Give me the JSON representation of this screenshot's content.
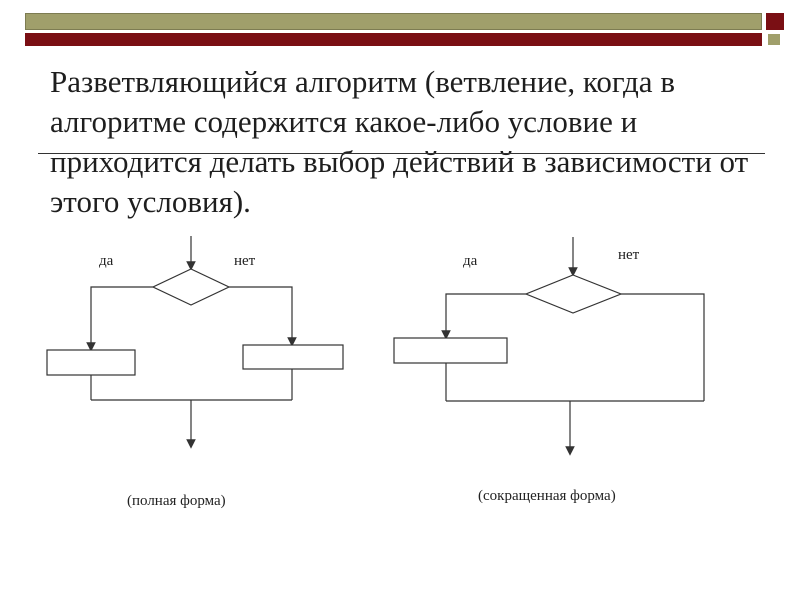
{
  "title": "Разветвляющийся алгоритм (ветвление, когда в  алгоритме содержится какое-либо условие и приходится делать выбор действий в зависимости от этого условия).",
  "full_form": {
    "yes_label": "да",
    "no_label": "нет",
    "caption": "(полная форма)"
  },
  "short_form": {
    "yes_label": "да",
    "no_label": "нет",
    "caption": "(сокращенная форма)"
  },
  "colors": {
    "olive": "#a09f6b",
    "maroon": "#7a0f14",
    "line": "#333333"
  }
}
